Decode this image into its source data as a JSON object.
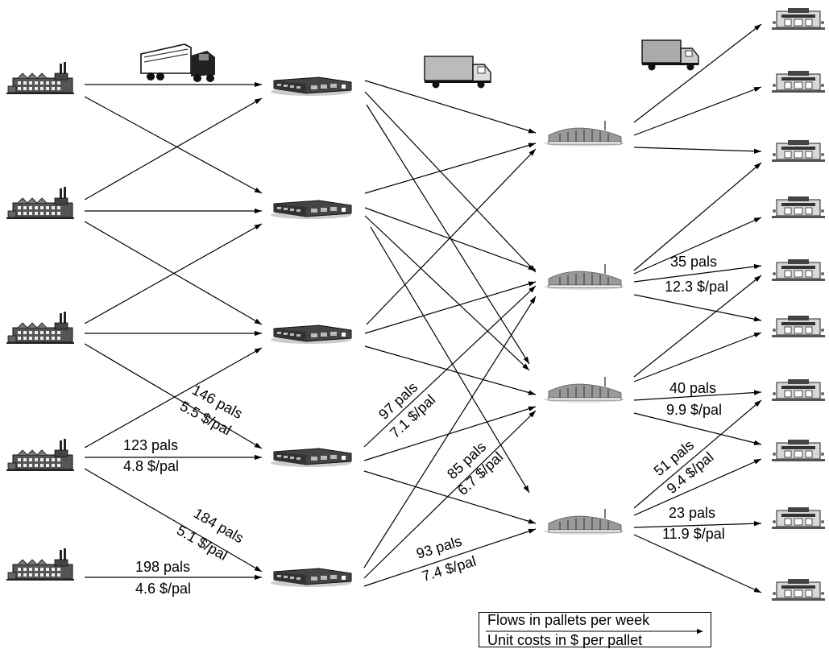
{
  "legend": {
    "flows_label": "Flows in pallets per week",
    "costs_label": "Unit costs in $ per pallet"
  },
  "nodes": {
    "plants": 5,
    "warehouses": 5,
    "distribution_centers": 4,
    "retailers": 10
  },
  "icons": {
    "plant": "factory-icon",
    "warehouse": "warehouse-icon",
    "distribution_center": "distribution-center-icon",
    "retailer": "store-icon",
    "truck_large": "semi-truck-icon",
    "truck_medium": "box-truck-icon",
    "truck_small": "delivery-truck-icon"
  },
  "labels": {
    "p4_w4_flow": "146 pals",
    "p4_w4_cost": "5.5 $/pal",
    "p4_w4b_flow": "123 pals",
    "p4_w4b_cost": "4.8 $/pal",
    "p5_w5_flow": "184 pals",
    "p5_w5_cost": "5.1 $/pal",
    "p5_w5b_flow": "198 pals",
    "p5_w5b_cost": "4.6 $/pal",
    "w4_d2_flow": "97 pals",
    "w4_d2_cost": "7.1 $/pal",
    "w5_d3_flow": "85 pals",
    "w5_d3_cost": "6.7 $/pal",
    "w5_d4_flow": "93 pals",
    "w5_d4_cost": "7.4 $/pal",
    "d2_r5_flow": "35 pals",
    "d2_r5_cost": "12.3 $/pal",
    "d3_r7_flow": "40 pals",
    "d3_r7_cost": "9.9 $/pal",
    "d4_r7_flow": "51 pals",
    "d4_r7_cost": "9.4 $/pal",
    "d4_r9_flow": "23 pals",
    "d4_r9_cost": "11.9 $/pal"
  }
}
